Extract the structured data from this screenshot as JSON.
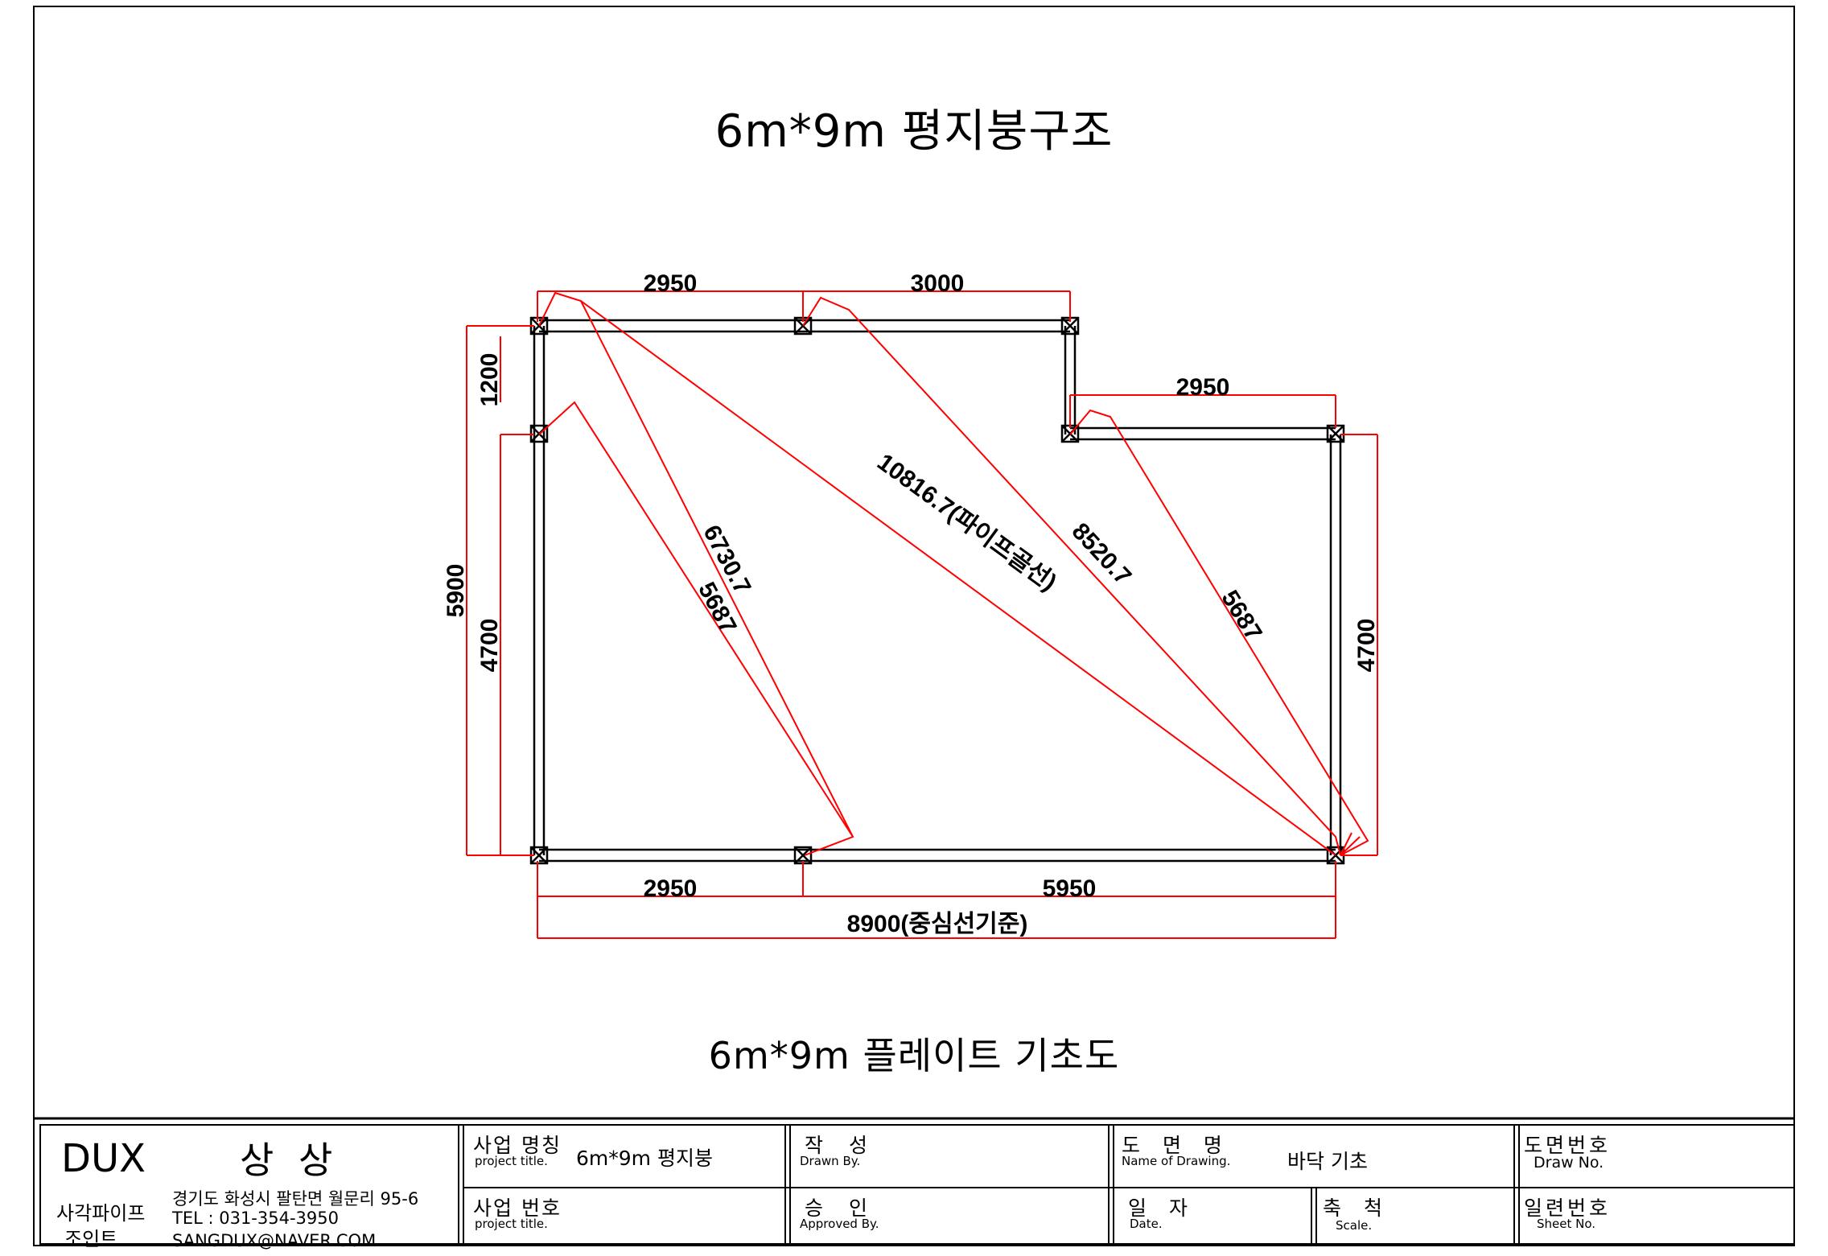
{
  "drawing": {
    "top_title": "6m*9m 평지붕구조",
    "bottom_title": "6m*9m  플레이트 기초도",
    "dimensions": {
      "top_left_span": "2950",
      "top_right_span": "3000",
      "step_span": "2950",
      "bottom_left_span": "2950",
      "bottom_right_span": "5950",
      "overall_width": "8900(중심선기준)",
      "left_total": "5900",
      "left_upper": "1200",
      "left_lower": "4700",
      "right_height": "4700",
      "diag_long": "10816.7(파이프골선)",
      "diag_a": "6730.7",
      "diag_b": "5687",
      "diag_c": "8520.7",
      "diag_d": "5687"
    },
    "colors": {
      "frame": "#000000",
      "dimension": "#ff0000"
    }
  },
  "title_block": {
    "company_brand": "DUX",
    "company_name": "상 상",
    "company_type_line1": "사각파이프",
    "company_type_line2": "조인트",
    "address": "경기도 화성시 팔탄면 월문리 95-6",
    "tel": "TEL : 031-354-3950",
    "email": "SANGDUX@NAVER.COM",
    "project_name_label": "사업 명칭",
    "project_name_label_en": "project title.",
    "project_name_value": "6m*9m  평지붕",
    "project_no_label": "사업 번호",
    "project_no_label_en": "project title.",
    "drawn_label": "작  성",
    "drawn_label_en": "Drawn By.",
    "approved_label": "승  인",
    "approved_label_en": "Approved By.",
    "drawing_name_label": "도 면 명",
    "drawing_name_label_en": "Name of Drawing.",
    "drawing_name_value": "바닥 기초",
    "date_label": "일 자",
    "date_label_en": "Date.",
    "scale_label": "축 척",
    "scale_label_en": "Scale.",
    "draw_no_label": "도면번호",
    "draw_no_label_en": "Draw No.",
    "sheet_no_label": "일련번호",
    "sheet_no_label_en": "Sheet No."
  }
}
